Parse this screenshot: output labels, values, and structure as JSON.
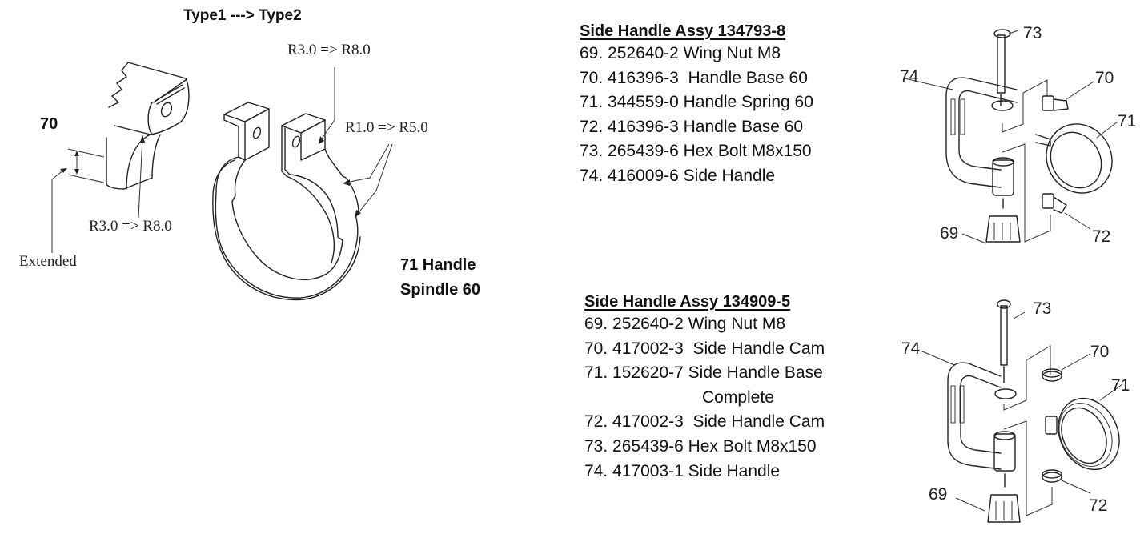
{
  "change_notice": {
    "title": "Type1 ---> Type2",
    "part70": {
      "label": "70",
      "extended_label": "Extended",
      "radius_change": "R3.0 => R8.0"
    },
    "part71": {
      "label_line1": "71 Handle",
      "label_line2": "Spindle 60",
      "radius_change_top": "R3.0 => R8.0",
      "radius_change_side": "R1.0 => R5.0"
    }
  },
  "assemblies": [
    {
      "title": "Side Handle Assy 134793-8",
      "items": [
        {
          "no": "69.",
          "part": "252640-2",
          "desc": "Wing Nut M8"
        },
        {
          "no": "70.",
          "part": "416396-3",
          "desc": " Handle Base 60"
        },
        {
          "no": "71.",
          "part": "344559-0",
          "desc": "Handle Spring 60"
        },
        {
          "no": "72.",
          "part": "416396-3",
          "desc": "Handle Base 60"
        },
        {
          "no": "73.",
          "part": "265439-6",
          "desc": "Hex Bolt M8x150"
        },
        {
          "no": "74.",
          "part": "416009-6",
          "desc": "Side Handle"
        }
      ],
      "diagram_callouts": [
        "73",
        "74",
        "70",
        "71",
        "69",
        "72"
      ]
    },
    {
      "title": "Side Handle Assy 134909-5",
      "items": [
        {
          "no": "69.",
          "part": "252640-2",
          "desc": "Wing Nut M8"
        },
        {
          "no": "70.",
          "part": "417002-3",
          "desc": " Side Handle Cam"
        },
        {
          "no": "71.",
          "part": "152620-7",
          "desc": "Side Handle Base",
          "desc_cont": "Complete"
        },
        {
          "no": "72.",
          "part": "417002-3",
          "desc": " Side Handle Cam"
        },
        {
          "no": "73.",
          "part": "265439-6",
          "desc": "Hex Bolt M8x150"
        },
        {
          "no": "74.",
          "part": "417003-1",
          "desc": "Side Handle"
        }
      ],
      "diagram_callouts": [
        "73",
        "74",
        "70",
        "71",
        "69",
        "72"
      ]
    }
  ]
}
